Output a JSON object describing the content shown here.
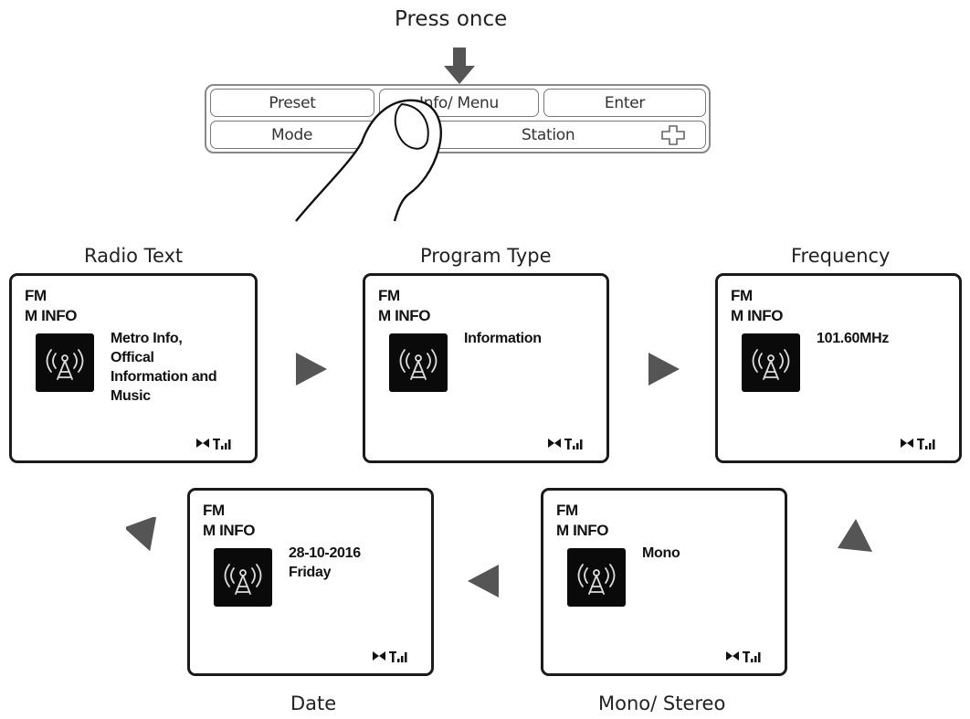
{
  "instruction": "Press once",
  "panel": {
    "keys_top": [
      "Preset",
      "Info/ Menu",
      "Enter"
    ],
    "keys_bottom": [
      "Mode",
      "Station"
    ]
  },
  "screens": [
    {
      "caption": "Radio Text",
      "line1": "FM",
      "line2": "M INFO",
      "detail": [
        "Metro Info,",
        "Offical",
        "Information and",
        "Music"
      ]
    },
    {
      "caption": "Program Type",
      "line1": "FM",
      "line2": "M INFO",
      "detail": [
        "Information"
      ]
    },
    {
      "caption": "Frequency",
      "line1": "FM",
      "line2": "M INFO",
      "detail": [
        "101.60MHz"
      ]
    },
    {
      "caption": "Mono/ Stereo",
      "line1": "FM",
      "line2": "M INFO",
      "detail": [
        "Mono"
      ]
    },
    {
      "caption": "Date",
      "line1": "FM",
      "line2": "M INFO",
      "detail": [
        "28-10-2016",
        "Friday"
      ]
    }
  ],
  "icons": {
    "press": "down-arrow-icon",
    "finger": "finger-icon",
    "station": "plus-outline-icon",
    "tile": "radio-antenna-icon",
    "status": "signal-strength-icon"
  },
  "colors": {
    "screen_border": "#1a1a1a",
    "arrow": "#555555",
    "tile": "#0a0a0a"
  }
}
